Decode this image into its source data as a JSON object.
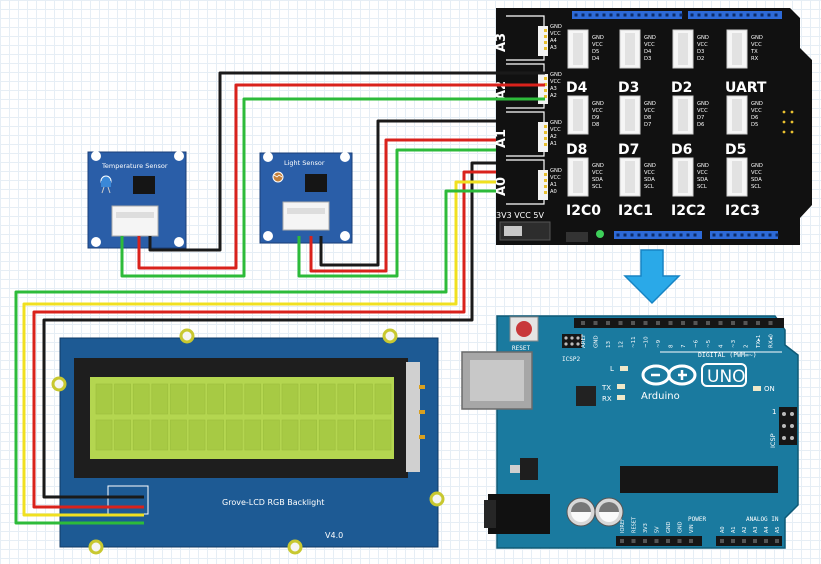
{
  "shield": {
    "top_ports": [
      {
        "name": "D4",
        "pins": [
          "GND",
          "VCC",
          "D5",
          "D4"
        ]
      },
      {
        "name": "D3",
        "pins": [
          "GND",
          "VCC",
          "D4",
          "D3"
        ]
      },
      {
        "name": "D2",
        "pins": [
          "GND",
          "VCC",
          "D3",
          "D2"
        ]
      },
      {
        "name": "UART",
        "pins": [
          "GND",
          "VCC",
          "TX",
          "RX"
        ]
      }
    ],
    "mid_ports": [
      {
        "name": "D8",
        "pins": [
          "GND",
          "VCC",
          "D9",
          "D8"
        ]
      },
      {
        "name": "D7",
        "pins": [
          "GND",
          "VCC",
          "D8",
          "D7"
        ]
      },
      {
        "name": "D6",
        "pins": [
          "GND",
          "VCC",
          "D7",
          "D6"
        ]
      },
      {
        "name": "D5",
        "pins": [
          "GND",
          "VCC",
          "D6",
          "D5"
        ]
      }
    ],
    "i2c_ports": [
      {
        "name": "I2C0",
        "pins": [
          "GND",
          "VCC",
          "SDA",
          "SCL"
        ]
      },
      {
        "name": "I2C1",
        "pins": [
          "GND",
          "VCC",
          "SDA",
          "SCL"
        ]
      },
      {
        "name": "I2C2",
        "pins": [
          "GND",
          "VCC",
          "SDA",
          "SCL"
        ]
      },
      {
        "name": "I2C3",
        "pins": [
          "GND",
          "VCC",
          "SDA",
          "SCL"
        ]
      }
    ],
    "analog_ports": [
      {
        "name": "A3",
        "pins": [
          "GND",
          "VCC",
          "A4",
          "A3"
        ]
      },
      {
        "name": "A2",
        "pins": [
          "GND",
          "VCC",
          "A3",
          "A2"
        ]
      },
      {
        "name": "A1",
        "pins": [
          "GND",
          "VCC",
          "A2",
          "A1"
        ]
      },
      {
        "name": "A0",
        "pins": [
          "GND",
          "VCC",
          "A1",
          "A0"
        ]
      }
    ],
    "voltage_label": "3V3 VCC 5V"
  },
  "temperature_sensor": {
    "title": "Temperature Sensor"
  },
  "light_sensor": {
    "title": "Light Sensor"
  },
  "lcd": {
    "title": "Grove-LCD RGB Backlight",
    "version": "V4.0"
  },
  "arduino": {
    "reset": "RESET",
    "icsp2": "ICSP2",
    "digital_label": "DIGITAL (PWM=~)",
    "digital_pins": [
      "AREF",
      "GND",
      "13",
      "12",
      "~11",
      "~10",
      "~9",
      "8",
      "7",
      "~6",
      "~5",
      "4",
      "~3",
      "2",
      "TX▸1",
      "RX◂0"
    ],
    "led_l": "L",
    "led_tx": "TX",
    "led_rx": "RX",
    "brand": "Arduino",
    "model": "UNO",
    "on": "ON",
    "icsp": "ICSP",
    "icsp_num": "1",
    "power_label": "POWER",
    "analog_label": "ANALOG IN",
    "power_pins": [
      "IOREF",
      "RESET",
      "3V3",
      "5V",
      "GND",
      "GND",
      "VIN"
    ],
    "analog_pins": [
      "A0",
      "A1",
      "A2",
      "A3",
      "A4",
      "A5"
    ]
  },
  "colors": {
    "shield": "#111111",
    "grove_blue": "#2a5ea8",
    "lcd_board": "#1d5a94",
    "lcd_screen": "#b4d650",
    "arduino": "#1a7a9f",
    "arrow": "#2aa9e8",
    "wire_black": "#1a1a1a",
    "wire_red": "#d9221c",
    "wire_green": "#2dbb3a",
    "wire_yellow": "#f0e020"
  }
}
